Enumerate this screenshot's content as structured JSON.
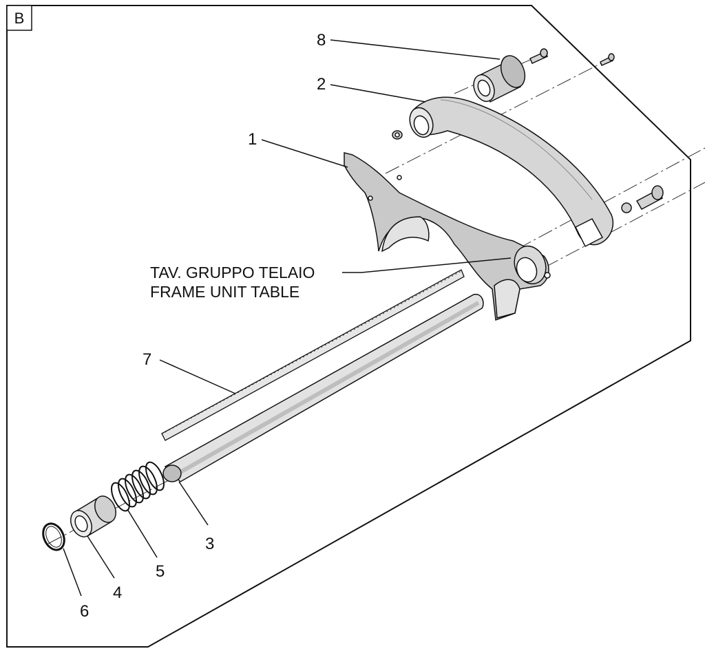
{
  "sheet": {
    "letter": "B"
  },
  "note": {
    "line1": "TAV. GRUPPO TELAIO",
    "line2": "FRAME UNIT TABLE"
  },
  "callouts": [
    {
      "number": "1",
      "part": "frame plate"
    },
    {
      "number": "2",
      "part": "curved handle arm"
    },
    {
      "number": "3",
      "part": "tube"
    },
    {
      "number": "4",
      "part": "bushing"
    },
    {
      "number": "5",
      "part": "spring"
    },
    {
      "number": "6",
      "part": "snap ring"
    },
    {
      "number": "7",
      "part": "toothed rack"
    },
    {
      "number": "8",
      "part": "flanged bushing"
    }
  ],
  "colors": {
    "line": "#111111",
    "part_fill": "#d4d4d4",
    "part_shadow": "#a8a8a8",
    "highlight": "#efefef"
  }
}
